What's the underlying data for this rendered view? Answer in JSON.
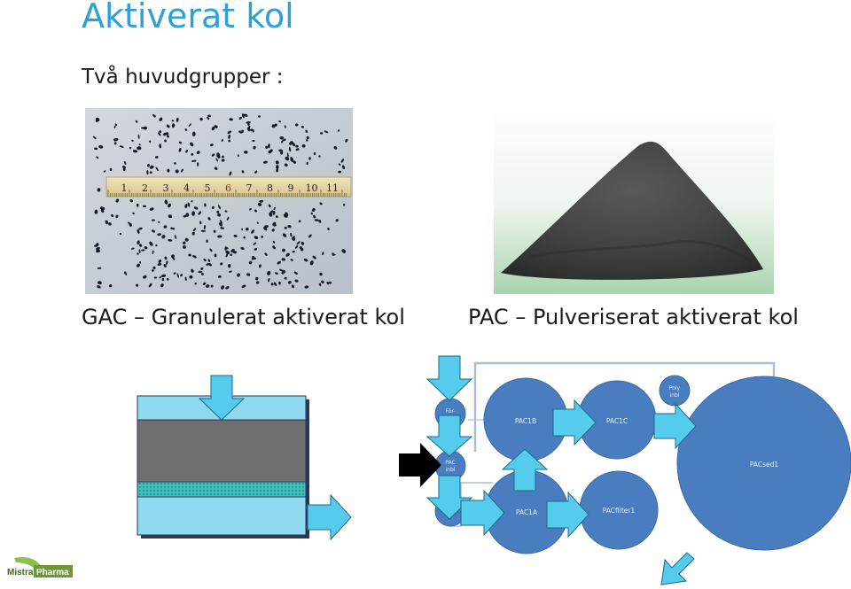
{
  "slide": {
    "title": "Aktiverat kol",
    "subtitle": "Två huvudgrupper :"
  },
  "captions": {
    "gac": "GAC  –  Granulerat aktiverat kol",
    "pac": "PAC  –  Pulveriserat aktiverat kol"
  },
  "ruler": {
    "numbers": [
      "1",
      "2",
      "3",
      "4",
      "5",
      "6",
      "7",
      "8",
      "9",
      "10",
      "11"
    ]
  },
  "process": {
    "nodes": {
      "for": "För-",
      "pac_inbl": [
        "PAC",
        "inbl"
      ],
      "poly_inbl": [
        "Poly",
        "inbl"
      ],
      "pac1b": "PAC1B",
      "pac1c": "PAC1C",
      "pac1a": "PAC1A",
      "pacfilter1": "PACfilter1",
      "pacsed1": "PACsed1"
    }
  },
  "logo": {
    "line1": "Mistra",
    "line2": "Pharma"
  },
  "colors": {
    "title": "#2e9fd8",
    "arrow_fill": "#55ccee",
    "circle_fill": "#4a7cc0",
    "filter_water": "#8ed8f0",
    "filter_carbon": "#6f6f6f",
    "filter_mesh": "#41c2c2",
    "logo_green": "#6b9a32"
  }
}
